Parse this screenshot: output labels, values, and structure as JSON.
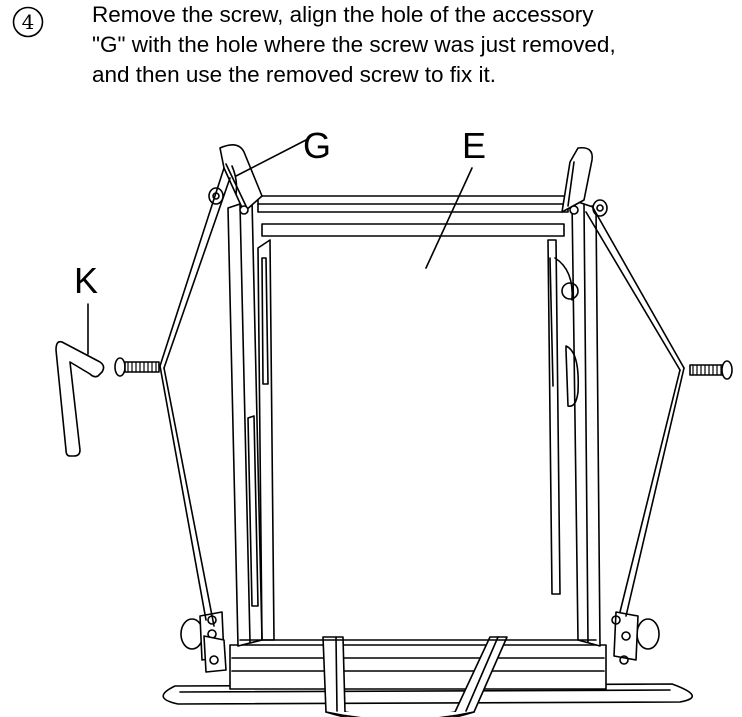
{
  "step": {
    "number": "4",
    "lines": [
      "Remove the screw, align the hole of the accessory",
      "\"G\" with the hole where the screw was just removed,",
      "and then use the removed screw to fix it."
    ]
  },
  "labels": {
    "G": "G",
    "E": "E",
    "K": "K"
  }
}
